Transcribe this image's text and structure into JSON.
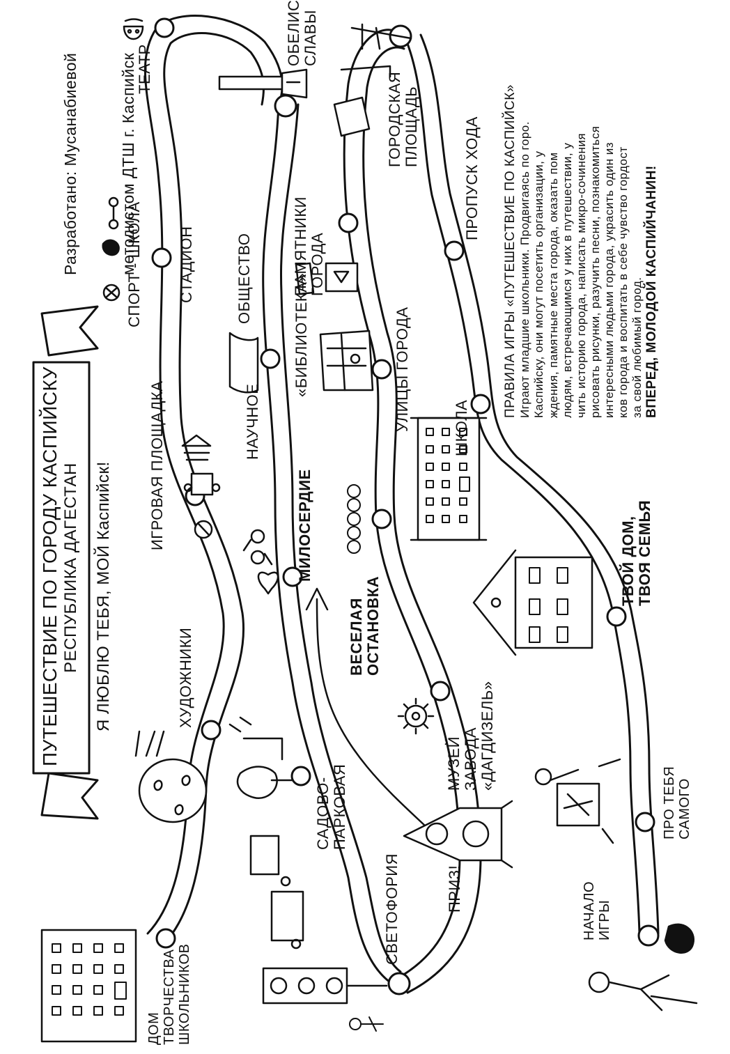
{
  "author": {
    "line1": "Разработано: Мусанабиевой",
    "line2": "методистом ДТШ г. Каспийск"
  },
  "title_banner": {
    "line1": "ПУТЕШЕСТВИЕ ПО ГОРОДУ КАСПИЙСКУ",
    "line2": "РЕСПУБЛИКА ДАГЕСТАН"
  },
  "motto": "Я ЛЮБЛЮ ТЕБЯ, МОЙ Каспийск!",
  "stations": {
    "teatr": "ТЕАТР",
    "obelisk": "ОБЕЛИСК\nСЛАВЫ",
    "gorodskaya": "ГОРОДСКАЯ\nПЛОЩАДЬ",
    "sport_shkola": "СПОРТ - ШКОЛА",
    "stadion": "СТАДИОН",
    "propusk": "ПРОПУСК ХОДА",
    "pamyatniki": "ПАМЯТНИКИ\nГОРОДА",
    "nauchnoe": "НАУЧНОЕ",
    "obshchestvo": "ОБЩЕСТВО",
    "biblioteka": "«БИБЛИОТЕКА»",
    "ulitsy": "УЛИЦЫ ГОРОДА",
    "shkola": "ШКОЛА",
    "igrovaya": "ИГРОВАЯ ПЛОЩАДКА",
    "miloserdie": "МИЛОСЕРДИЕ",
    "veselaya": "ВЕСЕЛАЯ\nОСТАНОВКА",
    "tvoy_dom": "ТВОЙ ДОМ,\nТВОЯ СЕМЬЯ",
    "khudozhniki": "ХУДОЖНИКИ",
    "muzey": "МУЗЕЙ\nЗАВОДА\n«ДАГДИЗЕЛЬ»",
    "sadovo": "САДОВО-\nПАРКОВАЯ",
    "priz": "ПРИЗ!",
    "pro_tebya": "ПРО ТЕБЯ\nСАМОГО",
    "svetoforiya": "СВЕТОФОРИЯ",
    "nachalo": "НАЧАЛО\nИГРЫ",
    "dom_tvorchestva": "ДОМ\nТВОРЧЕСТВА\nШКОЛЬНИКОВ"
  },
  "rules": {
    "heading": "ПРАВИЛА ИГРЫ «ПУТЕШЕСТВИЕ ПО КАСПИЙСК»",
    "body": "Играют младшие школьники. Продвигаясь по горо.\nКаспийску, они могут посетить организации, у\nждения, памятные места города, оказать пом\nлюдям, встречающимся у них в путешествии, у\nчить историю города, написать микро-сочинения\nрисовать рисунки, разучить песни, познакомиться\nинтересными людьми города, украсить один из\nков города и воспитать в себе чувство гордост\nза свой любимый город.",
    "closing": "ВПЕРЕД, МОЛОДОЙ КАСПИЙЧАНИН!"
  },
  "colors": {
    "ink": "#111111",
    "paper": "#ffffff"
  }
}
